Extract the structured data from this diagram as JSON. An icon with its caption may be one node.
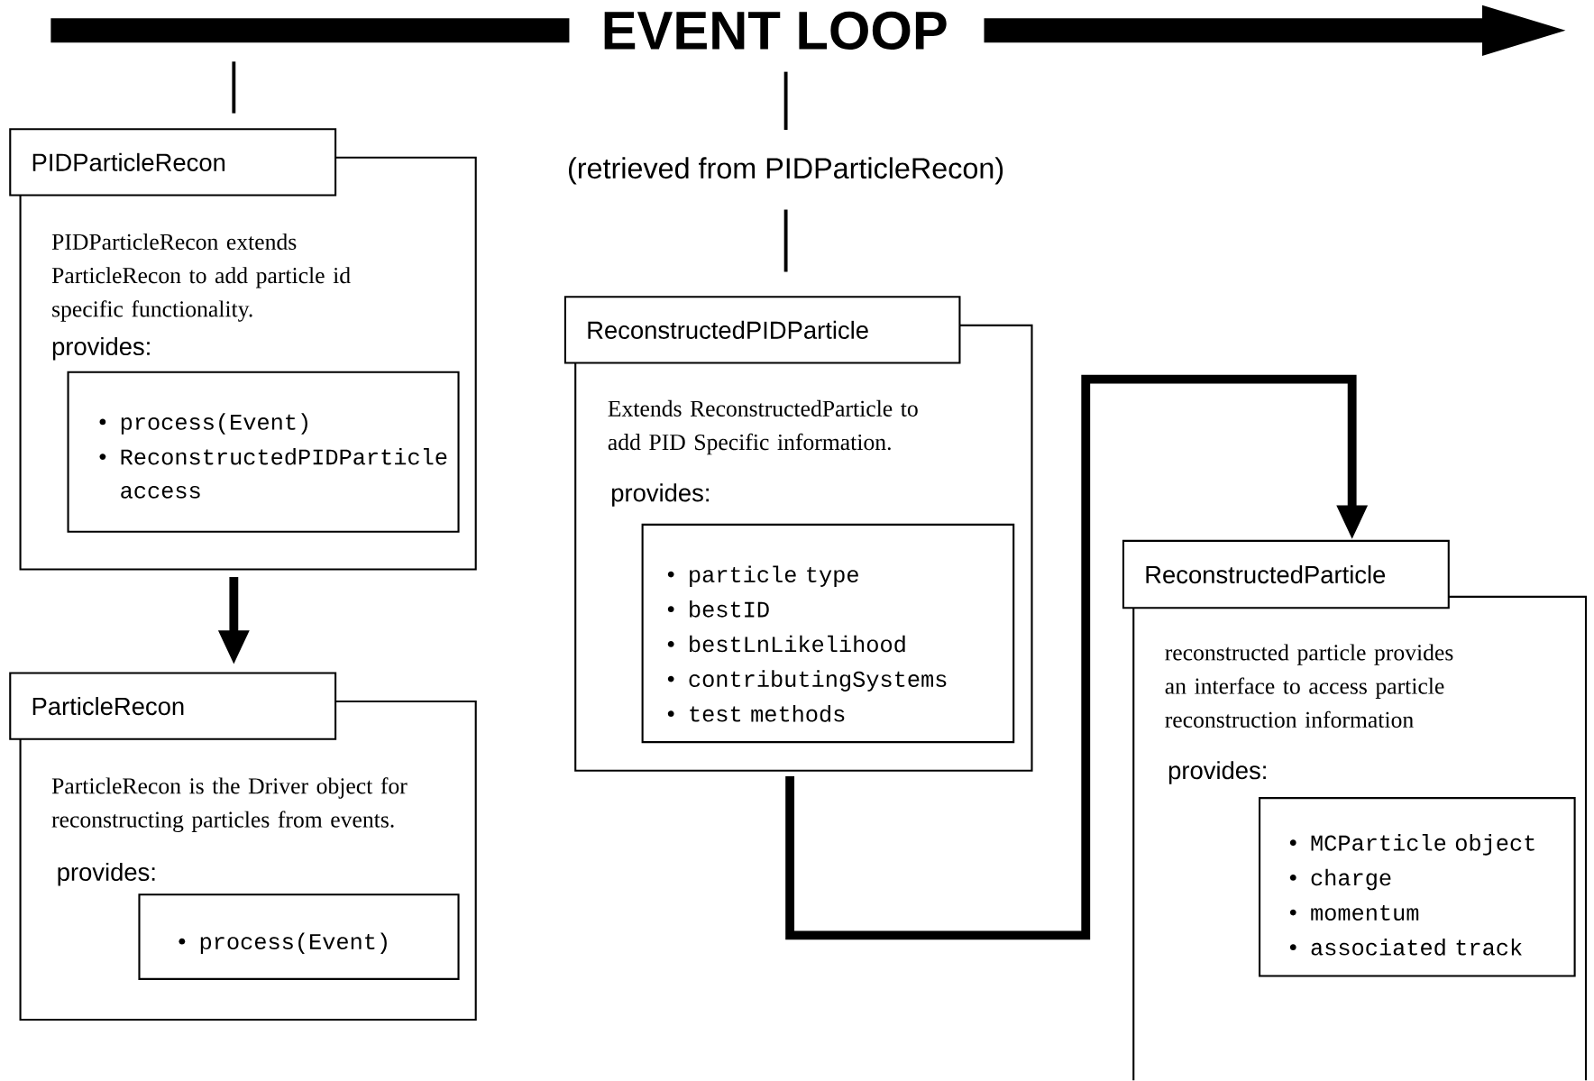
{
  "diagram": {
    "nodes": [
      {
        "text": [
          "EVENT LOOP"
        ]
      },
      {
        "text": [
          "PIDParticleRecon",
          "PIDParticleRecon extends ParticleRecon to add particle id specific functionality.",
          "provides:"
        ]
      },
      {
        "text": [
          "process(Event)",
          "ReconstructedPIDParticle access"
        ],
        "in": 1
      },
      {
        "text": [
          "ParticleRecon",
          "ParticleRecon is the Driver object for reconstructing particles from events.",
          "provides:"
        ]
      },
      {
        "text": [
          "process(Event)"
        ],
        "in": 3
      },
      {
        "text": [
          "(retrieved from PIDParticleRecon)"
        ]
      },
      {
        "text": [
          "ReconstructedPIDParticle",
          "Extends ReconstructedParticle to add PID Specific information.",
          "provides:"
        ]
      },
      {
        "text": [
          "particle type",
          "bestID",
          "bestLnLikelihood",
          "contributingSystems",
          "test methods"
        ],
        "in": 6
      },
      {
        "text": [
          "ReconstructedParticle",
          "reconstructed particle provides an interface to access particle reconstruction information",
          "provides:"
        ]
      },
      {
        "text": [
          "MCParticle object",
          "charge",
          "momentum",
          "associated track"
        ],
        "in": 8
      }
    ],
    "edges": [
      {
        "from": 0,
        "to": 1,
        "arrow": "none"
      },
      {
        "from": 0,
        "to": 5,
        "arrow": "none"
      },
      {
        "from": 5,
        "to": 6,
        "arrow": "none"
      },
      {
        "from": 1,
        "to": 3,
        "arrow": "to",
        "style": "thick"
      },
      {
        "from": 6,
        "to": 8,
        "arrow": "to",
        "style": "thick"
      }
    ]
  }
}
